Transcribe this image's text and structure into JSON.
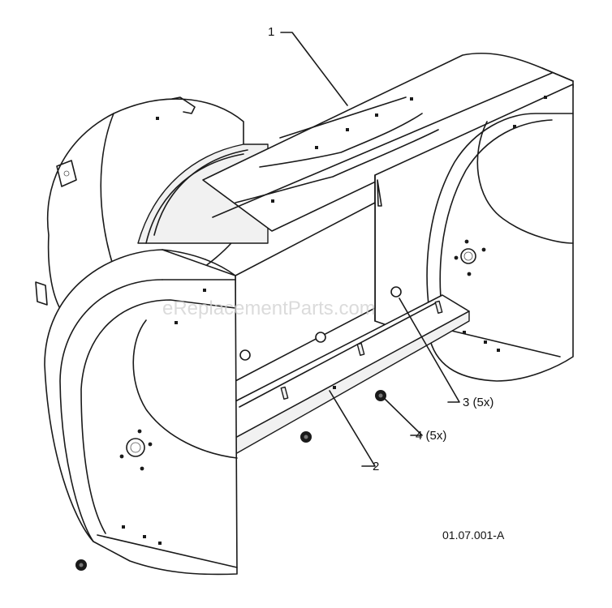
{
  "diagram": {
    "callouts": [
      {
        "id": "1",
        "label": "1"
      },
      {
        "id": "2",
        "label": "2"
      },
      {
        "id": "3",
        "label": "3 (5x)"
      },
      {
        "id": "4",
        "label": "4 (5x)"
      }
    ],
    "drawing_id": "01.07.001-A",
    "watermark": "eReplacementParts.com"
  }
}
